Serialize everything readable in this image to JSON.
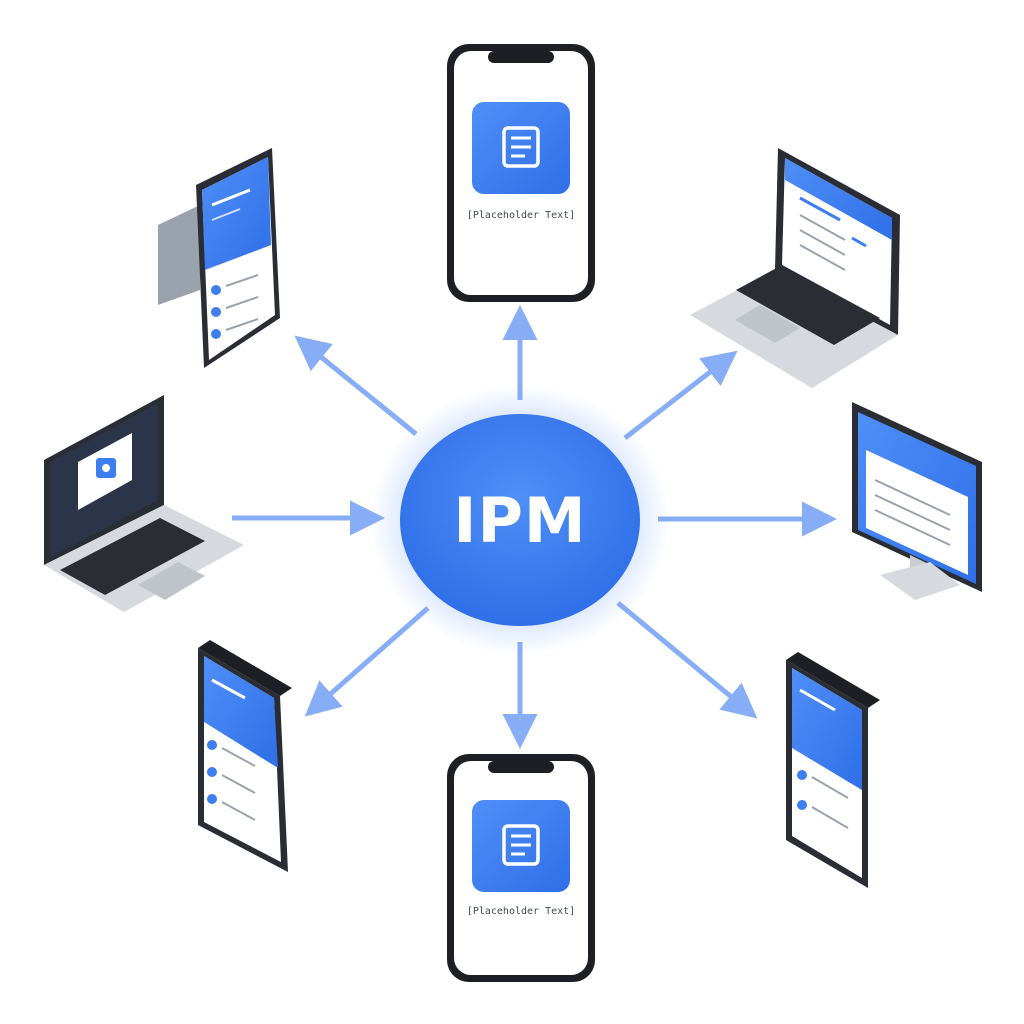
{
  "hub": {
    "label": "IPM",
    "color": "#3d7ef0"
  },
  "arrow_color": "#86adf5",
  "devices": [
    {
      "id": "phone-top",
      "kind": "phone",
      "caption": "[Placeholder Text]",
      "icon": "document-icon"
    },
    {
      "id": "laptop-top-right",
      "kind": "laptop",
      "icon": "document-list-icon"
    },
    {
      "id": "monitor-right",
      "kind": "monitor",
      "icon": "document-list-icon"
    },
    {
      "id": "phone-bottom-right",
      "kind": "phone",
      "icon": "list-icon"
    },
    {
      "id": "phone-bottom",
      "kind": "phone",
      "caption": "[Placeholder Text]",
      "icon": "document-icon"
    },
    {
      "id": "phone-bottom-left",
      "kind": "phone",
      "icon": "list-icon"
    },
    {
      "id": "laptop-left",
      "kind": "laptop",
      "icon": "image-icon"
    },
    {
      "id": "phone-top-left",
      "kind": "phone",
      "icon": "list-icon"
    }
  ]
}
